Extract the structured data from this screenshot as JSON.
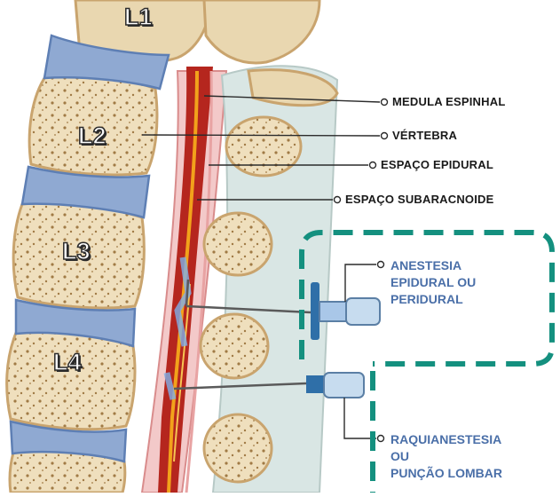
{
  "vertebra_labels": [
    "L1",
    "L2",
    "L3",
    "L4"
  ],
  "labels": {
    "medula": "MEDULA ESPINHAL",
    "vertebra": "VÉRTEBRA",
    "epidural_space": "ESPAÇO EPIDURAL",
    "subarachnoid_space": "ESPAÇO SUBARACNOIDE",
    "epidural_anesthesia": [
      "ANESTESIA",
      "EPIDURAL OU",
      "PERIDURAL"
    ],
    "spinal_anesthesia": [
      "RAQUIANESTESIA",
      "OU",
      "PUNÇÃO LOMBAR"
    ]
  },
  "colors": {
    "bone": "#e9d7b0",
    "bone_outline": "#c9a46e",
    "disc": "#8fa9d2",
    "cord_red": "#b5261e",
    "cord_orange": "#f2a21b",
    "highlight_box": "#14907f",
    "accent_text": "#4a6fa8"
  }
}
